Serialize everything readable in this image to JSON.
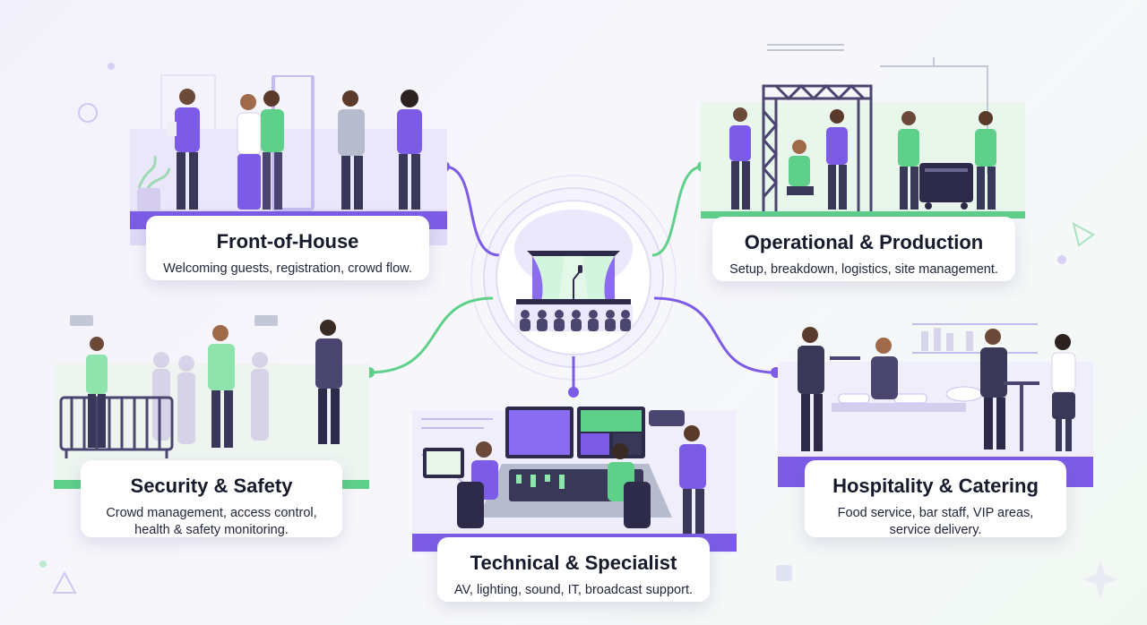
{
  "colors": {
    "purple": "#7c5ce6",
    "green": "#5fd08a",
    "navy": "#2d2a4a",
    "background": "#f4f3fa"
  },
  "hub": {
    "icon": "stage-with-microphone-and-audience-icon"
  },
  "categories": [
    {
      "id": "front-of-house",
      "title": "Front-of-House",
      "description": "Welcoming guests, registration, crowd flow.",
      "accent": "#7c5ce6",
      "icon": "guests-greeting-illustration"
    },
    {
      "id": "operational-production",
      "title": "Operational & Production",
      "description": "Setup, breakdown, logistics, site management.",
      "accent": "#5fd08a",
      "icon": "truss-construction-crew-illustration"
    },
    {
      "id": "security-safety",
      "title": "Security & Safety",
      "description": "Crowd management, access control, health & safety monitoring.",
      "accent": "#5fd08a",
      "icon": "security-guards-barrier-illustration"
    },
    {
      "id": "technical-specialist",
      "title": "Technical & Specialist",
      "description": "AV, lighting, sound, IT, broadcast support.",
      "accent": "#7c5ce6",
      "icon": "control-room-crew-illustration"
    },
    {
      "id": "hospitality-catering",
      "title": "Hospitality & Catering",
      "description": "Food service, bar staff, VIP areas, service delivery.",
      "accent": "#7c5ce6",
      "icon": "waiters-and-bar-illustration"
    }
  ]
}
